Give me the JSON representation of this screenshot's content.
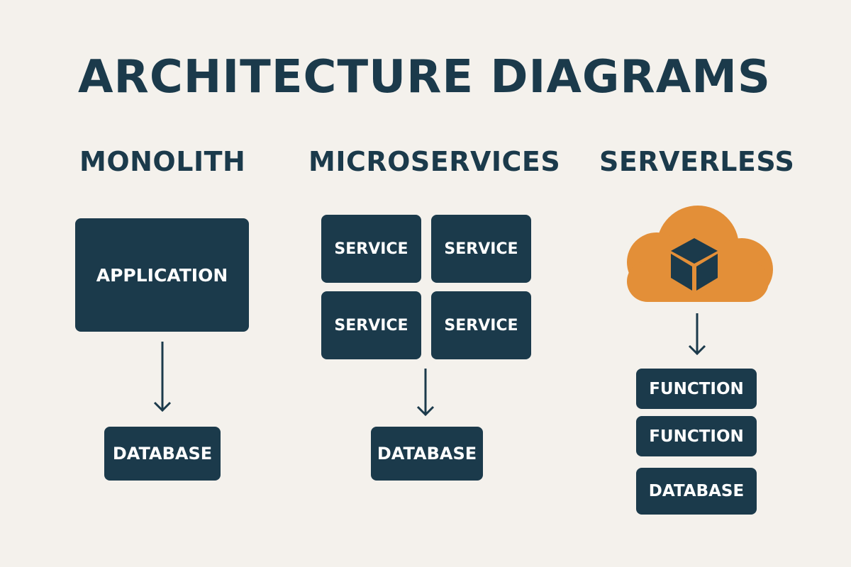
{
  "title": "ARCHITECTURE DIAGRAMS",
  "colors": {
    "background": "#f4f1ec",
    "dark": "#1b3a4b",
    "accent": "#e38f38",
    "text_on_box": "#ffffff"
  },
  "monolith": {
    "heading": "MONOLITH",
    "app_label": "APPLICATION",
    "db_label": "DATABASE"
  },
  "microservices": {
    "heading": "MICROSERVICES",
    "services": [
      "SERVICE",
      "SERVICE",
      "SERVICE",
      "SERVICE"
    ],
    "db_label": "DATABASE"
  },
  "serverless": {
    "heading": "SERVERLESS",
    "cloud_icon": "cloud-icon",
    "cube_icon": "cube-icon",
    "functions": [
      "FUNCTION",
      "FUNCTION"
    ],
    "db_label": "DATABASE"
  }
}
